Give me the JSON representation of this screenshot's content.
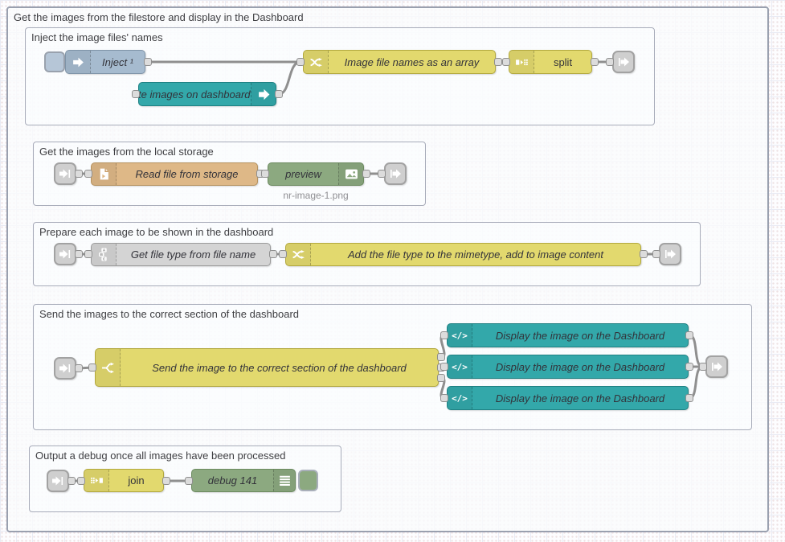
{
  "outer_group": {
    "label": "Get the images from the filestore and display in the Dashboard"
  },
  "groups": {
    "inject": {
      "label": "Inject the image files' names"
    },
    "storage": {
      "label": "Get the images from the local storage"
    },
    "prepare": {
      "label": "Prepare each image to be shown in the dashboard"
    },
    "send": {
      "label": "Send the images to the correct section of the dashboard"
    },
    "output": {
      "label": "Output a debug once all images have been processed"
    }
  },
  "nodes": {
    "inject": {
      "label": "Inject ¹",
      "icon": "inject-arrow-icon",
      "color": "#a6bbcf"
    },
    "update_on_open": {
      "label": "Update images on dashboard open",
      "icon": "wide-arrow-icon",
      "color": "#33a8aa"
    },
    "filenames_array": {
      "label": "Image file names as an array",
      "icon": "shuffle-icon",
      "color": "#e2d96e"
    },
    "split": {
      "label": "split",
      "icon": "split-icon",
      "color": "#e2d96e"
    },
    "read_file": {
      "label": "Read file from storage",
      "icon": "file-icon",
      "color": "#deb887"
    },
    "preview": {
      "label": "preview",
      "icon": "image-icon",
      "color": "#8ca980",
      "status": "nr-image-1.png"
    },
    "get_file_type": {
      "label": "Get file type from file name",
      "icon": "abc-icon",
      "color": "#d4d4d4"
    },
    "add_mimetype": {
      "label": "Add the file type to the mimetype, add to image content",
      "icon": "shuffle-icon",
      "color": "#e2d96e"
    },
    "switch_send": {
      "label": "Send the image to the correct section of the dashboard",
      "icon": "switch-fork-icon",
      "color": "#e2d96e"
    },
    "display_1": {
      "label": "Display the image on the Dashboard",
      "icon": "code-icon",
      "color": "#33a8aa"
    },
    "display_2": {
      "label": "Display the image on the Dashboard",
      "icon": "code-icon",
      "color": "#33a8aa"
    },
    "display_3": {
      "label": "Display the image on the Dashboard",
      "icon": "code-icon",
      "color": "#33a8aa"
    },
    "join": {
      "label": "join",
      "icon": "join-icon",
      "color": "#e2d96e"
    },
    "debug": {
      "label": "debug 141",
      "icon": "debug-list-icon",
      "color": "#8ca980"
    }
  },
  "wire_color": "#8f8f8f",
  "code_icon_text": "</>"
}
